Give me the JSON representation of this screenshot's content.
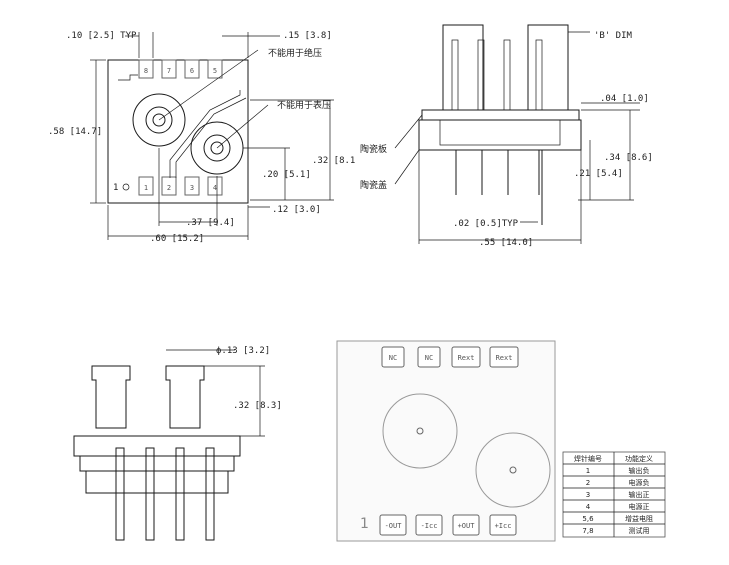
{
  "top_left": {
    "dim_pitch": ".10 [2.5] TYP",
    "dim_edge": ".15 [3.8]",
    "dim_height": ".58 [14.7]",
    "dim_port_offset": ".32 [8.1",
    "dim_port_y": ".20 [5.1]",
    "dim_pad_edge": ".12 [3.0]",
    "dim_port_spacing": ".37 [9.4]",
    "dim_width": ".60 [15.2]",
    "label_absolute": "不能用于绝压",
    "label_gauge": "不能用于表压",
    "pin_top": [
      "8",
      "7",
      "6",
      "5"
    ],
    "pin_bottom": [
      "1",
      "2",
      "3",
      "4"
    ],
    "pin1_marker": "1"
  },
  "top_right": {
    "dim_b": "'B' DIM",
    "dim_04": ".04 [1.0]",
    "dim_34": ".34 [8.6]",
    "dim_21": ".21 [5.4]",
    "dim_02": ".02 [0.5]TYP",
    "dim_55": ".55 [14.0]",
    "label_ceramic_plate": "陶瓷板",
    "label_ceramic_base": "陶瓷盖"
  },
  "bottom_left": {
    "dim_dia": "ϕ.13 [3.2]",
    "dim_32": ".32 [8.3]"
  },
  "bottom_mid": {
    "top_pads": [
      "NC",
      "NC",
      "Rext",
      "Rext"
    ],
    "bottom_pads": [
      "-OUT",
      "-Icc",
      "+OUT",
      "+Icc"
    ],
    "pin1_marker": "1"
  },
  "pin_table": {
    "headers": [
      "焊针编号",
      "功能定义"
    ],
    "rows": [
      [
        "1",
        "输出负"
      ],
      [
        "2",
        "电源负"
      ],
      [
        "3",
        "输出正"
      ],
      [
        "4",
        "电源正"
      ],
      [
        "5,6",
        "增益电阻"
      ],
      [
        "7,8",
        "测试用"
      ]
    ]
  }
}
